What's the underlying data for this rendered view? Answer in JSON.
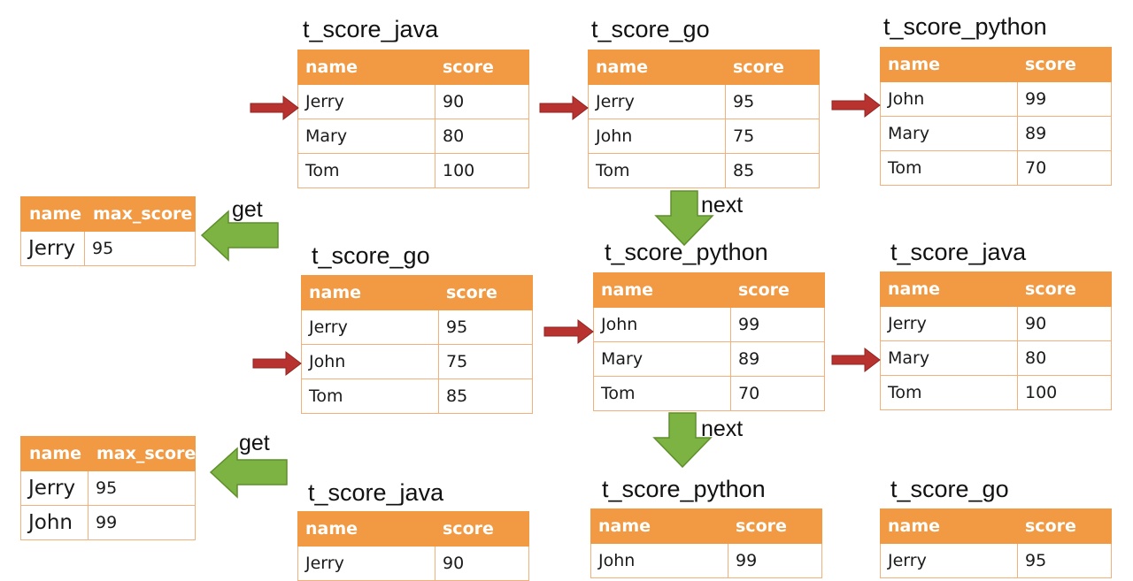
{
  "diagram": {
    "rows": [
      {
        "tables": [
          {
            "title": "t_score_java",
            "columns": [
              "name",
              "score"
            ],
            "rows": [
              [
                "Jerry",
                "90"
              ],
              [
                "Mary",
                "80"
              ],
              [
                "Tom",
                "100"
              ]
            ]
          },
          {
            "title": "t_score_go",
            "columns": [
              "name",
              "score"
            ],
            "rows": [
              [
                "Jerry",
                "95"
              ],
              [
                "John",
                "75"
              ],
              [
                "Tom",
                "85"
              ]
            ]
          },
          {
            "title": "t_score_python",
            "columns": [
              "name",
              "score"
            ],
            "rows": [
              [
                "John",
                "99"
              ],
              [
                "Mary",
                "89"
              ],
              [
                "Tom",
                "70"
              ]
            ]
          }
        ],
        "result": {
          "columns": [
            "name",
            "max_score"
          ],
          "rows": [
            [
              "Jerry",
              "95"
            ]
          ]
        },
        "get_label": "get",
        "next_label": "next"
      },
      {
        "tables": [
          {
            "title": "t_score_go",
            "columns": [
              "name",
              "score"
            ],
            "rows": [
              [
                "Jerry",
                "95"
              ],
              [
                "John",
                "75"
              ],
              [
                "Tom",
                "85"
              ]
            ]
          },
          {
            "title": "t_score_python",
            "columns": [
              "name",
              "score"
            ],
            "rows": [
              [
                "John",
                "99"
              ],
              [
                "Mary",
                "89"
              ],
              [
                "Tom",
                "70"
              ]
            ]
          },
          {
            "title": "t_score_java",
            "columns": [
              "name",
              "score"
            ],
            "rows": [
              [
                "Jerry",
                "90"
              ],
              [
                "Mary",
                "80"
              ],
              [
                "Tom",
                "100"
              ]
            ]
          }
        ],
        "result": {
          "columns": [
            "name",
            "max_score"
          ],
          "rows": [
            [
              "Jerry",
              "95"
            ],
            [
              "John",
              "99"
            ]
          ]
        },
        "get_label": "get",
        "next_label": "next"
      },
      {
        "tables": [
          {
            "title": "t_score_java",
            "columns": [
              "name",
              "score"
            ],
            "rows": [
              [
                "Jerry",
                "90"
              ]
            ]
          },
          {
            "title": "t_score_python",
            "columns": [
              "name",
              "score"
            ],
            "rows": [
              [
                "John",
                "99"
              ]
            ]
          },
          {
            "title": "t_score_go",
            "columns": [
              "name",
              "score"
            ],
            "rows": [
              [
                "Jerry",
                "95"
              ]
            ]
          }
        ]
      }
    ],
    "colors": {
      "header": "#f19a43",
      "cell_border": "#f4b07a",
      "pointer_arrow": "#b8332f",
      "flow_arrow": "#7cb342"
    }
  }
}
